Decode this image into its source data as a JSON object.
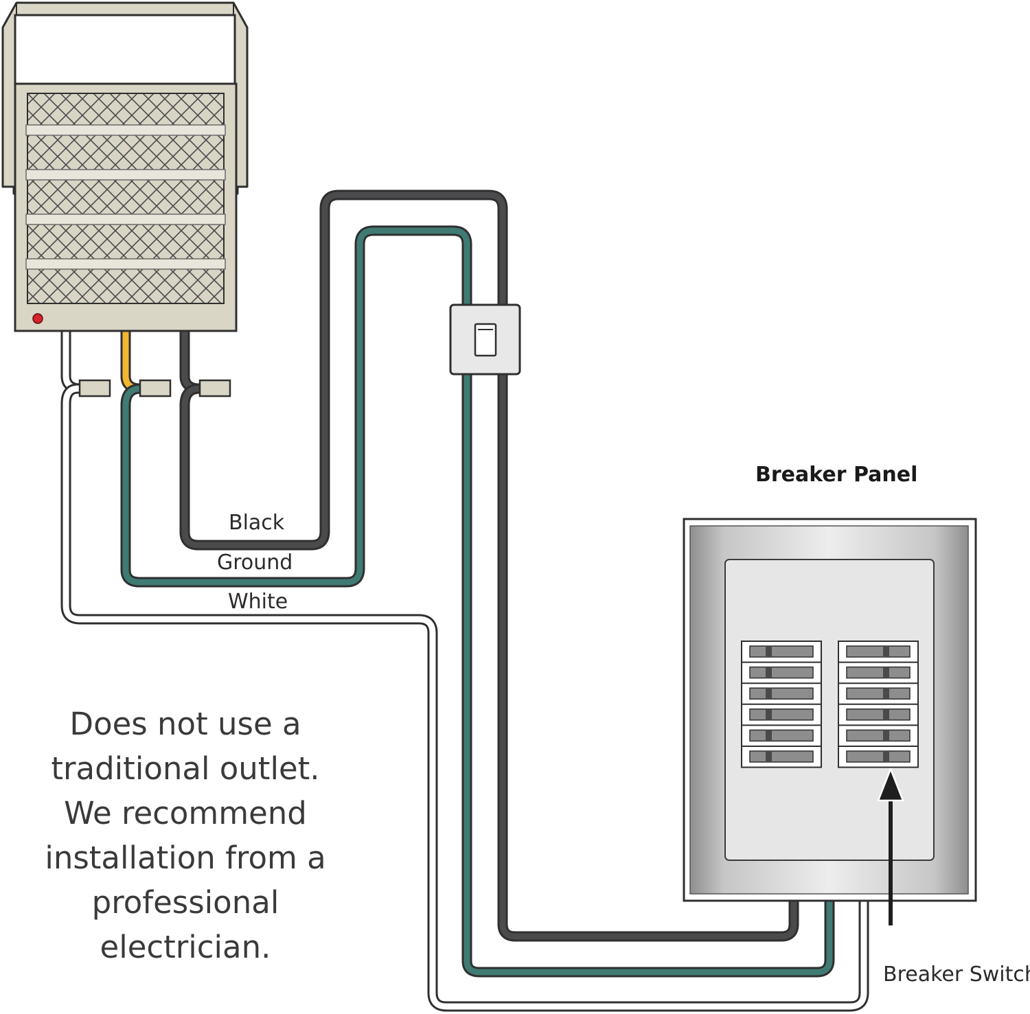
{
  "labels": {
    "breaker_panel": "Breaker Panel",
    "breaker_switch": "Breaker Switch",
    "black": "Black",
    "ground": "Ground",
    "white": "White"
  },
  "note_lines": [
    "Does not use a",
    "traditional outlet.",
    "We recommend",
    "installation from a",
    "professional",
    "electrician."
  ],
  "colors": {
    "black_wire": "#4b4b4d",
    "ground_wire": "#3f7b72",
    "white_wire": "#ffffff",
    "yellow_lead": "#f2b630",
    "heater_body": "#d9d6c6",
    "panel_metal": "#c4c4c4",
    "breaker_handle": "#8d8d8d"
  }
}
